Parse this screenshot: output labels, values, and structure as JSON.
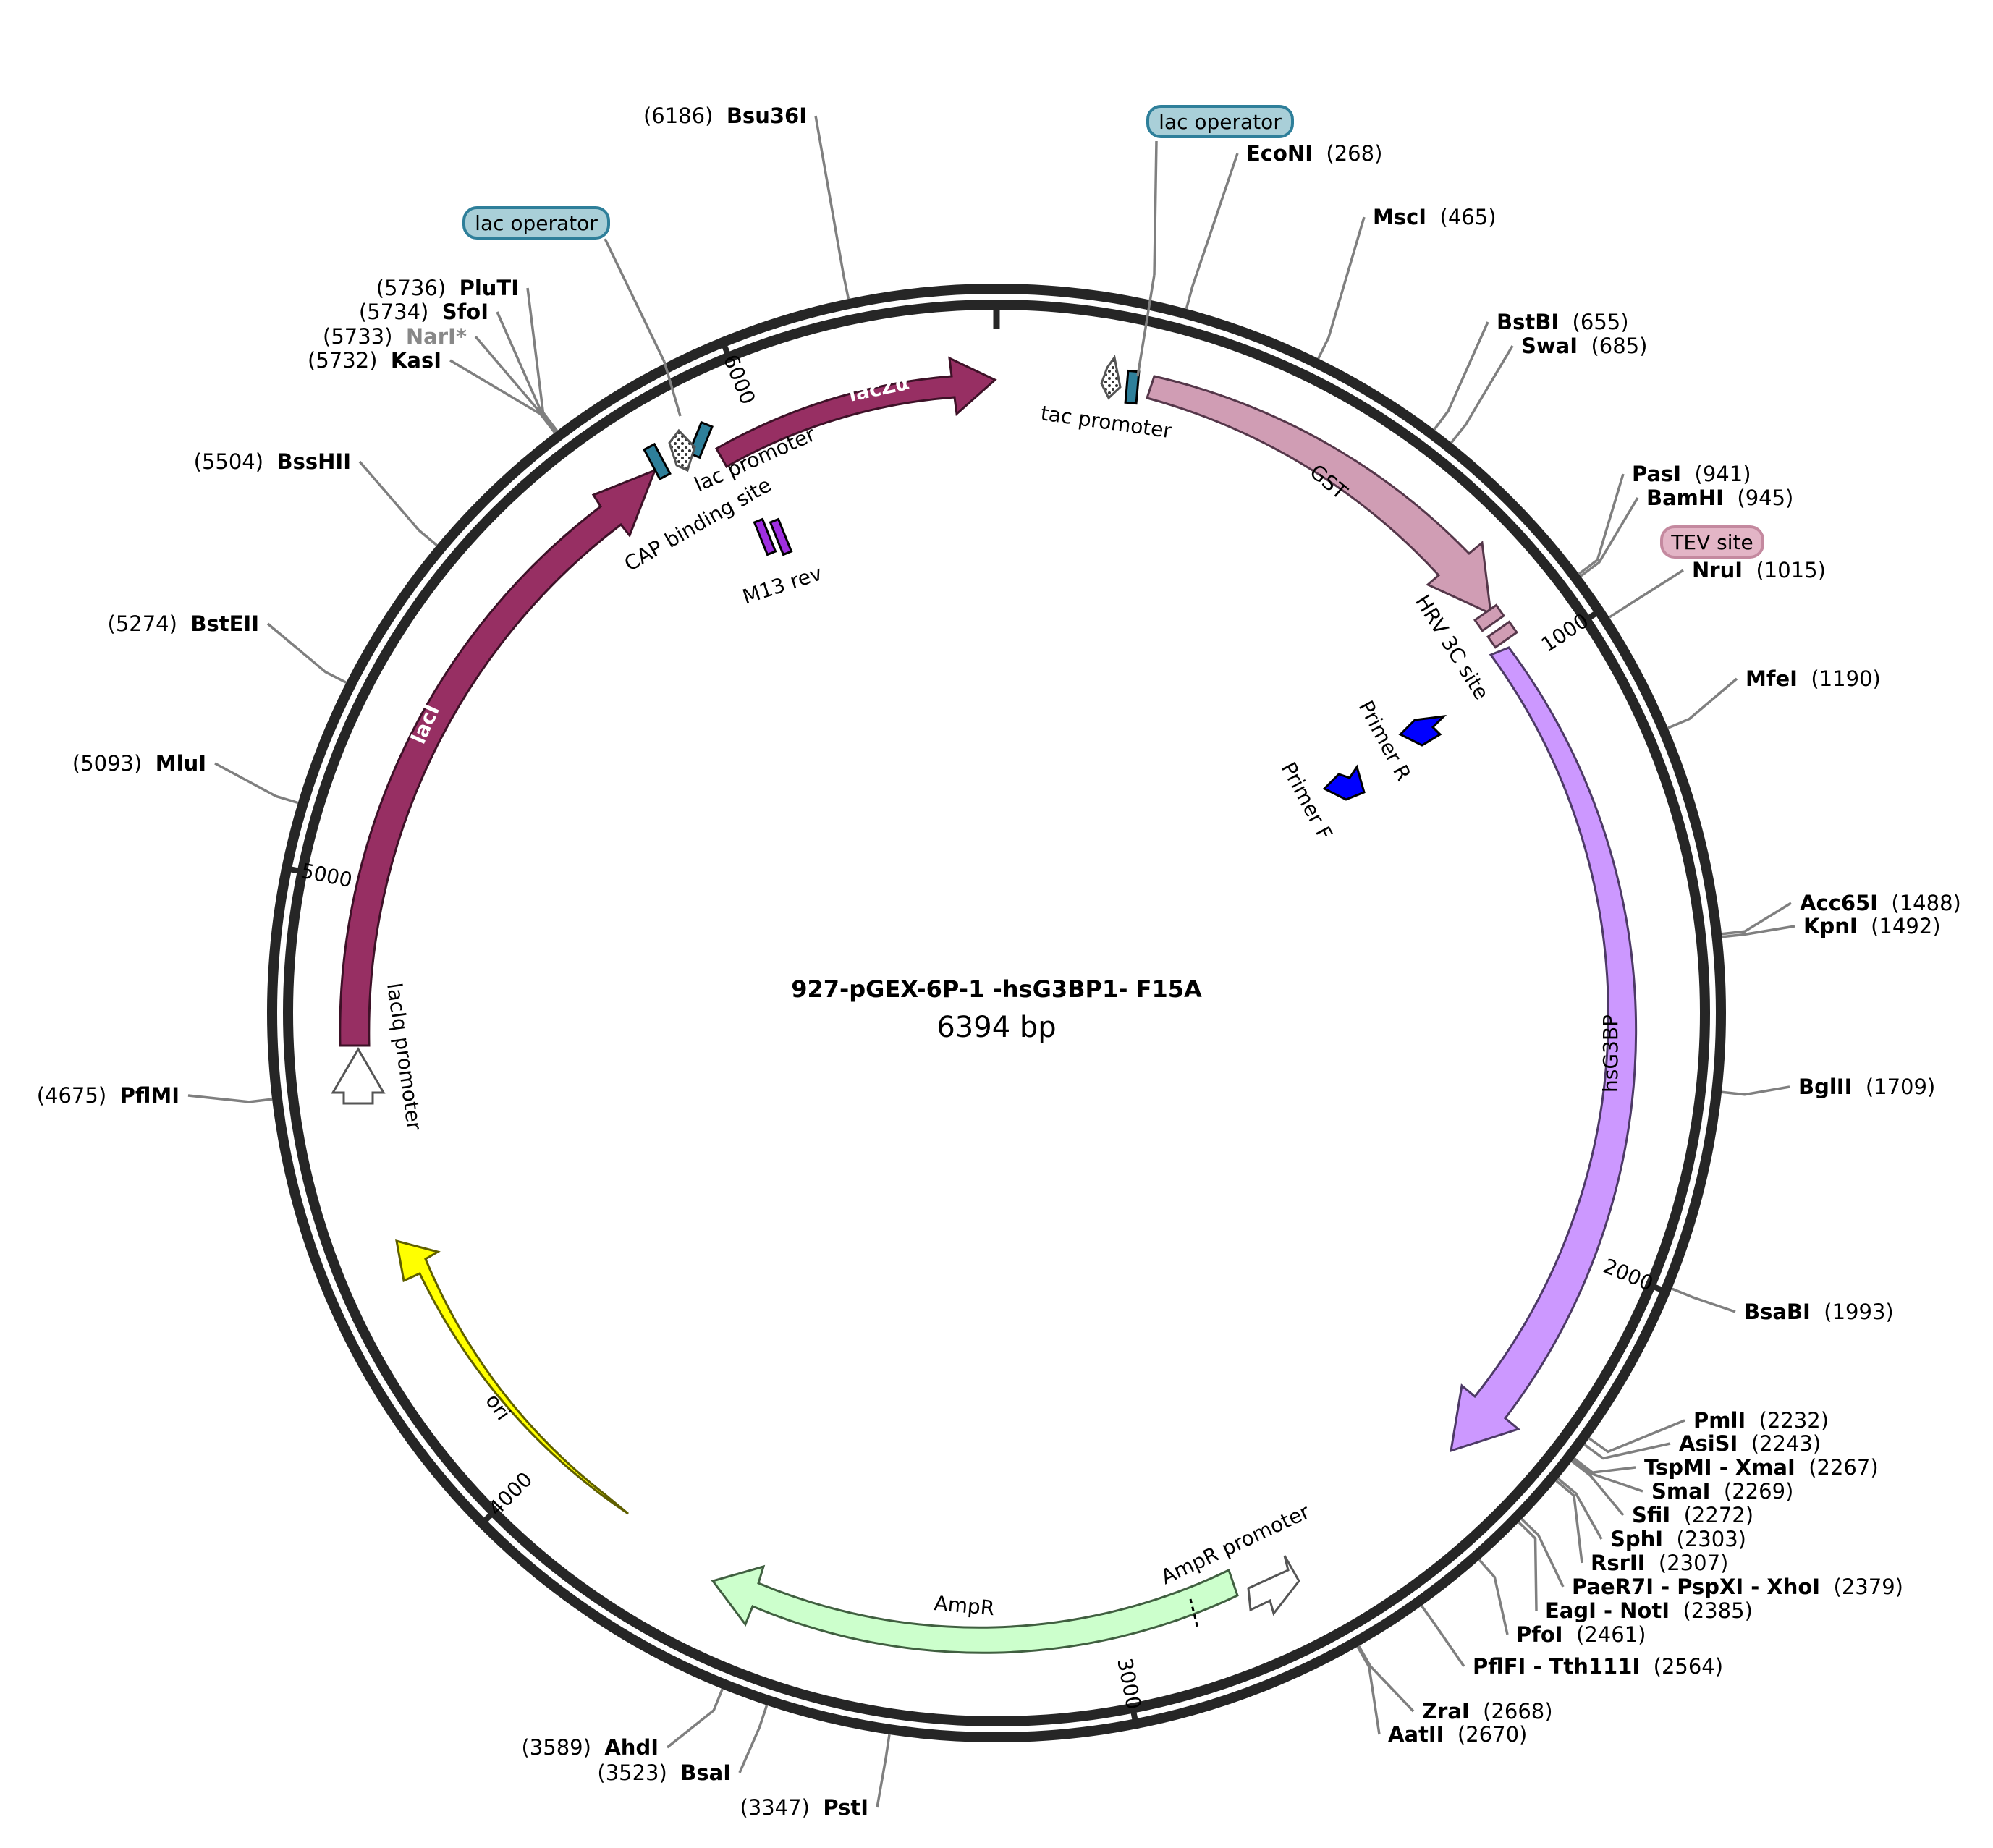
{
  "plasmid": {
    "name": "927-pGEX-6P-1 -hsG3BP1- F15A",
    "length_label": "6394 bp",
    "length": 6394
  },
  "ticks": [
    {
      "bp": 1000,
      "label": "1000"
    },
    {
      "bp": 2000,
      "label": "2000"
    },
    {
      "bp": 3000,
      "label": "3000"
    },
    {
      "bp": 4000,
      "label": "4000"
    },
    {
      "bp": 5000,
      "label": "5000"
    },
    {
      "bp": 6000,
      "label": "6000"
    }
  ],
  "sites": [
    {
      "id": "bsu36i",
      "name": "Bsu36I",
      "pos_label": "(6186)",
      "bp": 6186,
      "side": "left"
    },
    {
      "id": "econi",
      "name": "EcoNI",
      "pos_label": "(268)",
      "bp": 268,
      "side": "right"
    },
    {
      "id": "msci",
      "name": "MscI",
      "pos_label": "(465)",
      "bp": 465,
      "side": "right"
    },
    {
      "id": "bstbi",
      "name": "BstBI",
      "pos_label": "(655)",
      "bp": 655,
      "side": "right"
    },
    {
      "id": "swai",
      "name": "SwaI",
      "pos_label": "(685)",
      "bp": 685,
      "side": "right"
    },
    {
      "id": "pasi",
      "name": "PasI",
      "pos_label": "(941)",
      "bp": 941,
      "side": "right"
    },
    {
      "id": "bamhi",
      "name": "BamHI",
      "pos_label": "(945)",
      "bp": 945,
      "side": "right"
    },
    {
      "id": "nrui",
      "name": "NruI",
      "pos_label": "(1015)",
      "bp": 1015,
      "side": "right"
    },
    {
      "id": "mfei",
      "name": "MfeI",
      "pos_label": "(1190)",
      "bp": 1190,
      "side": "right"
    },
    {
      "id": "acc65i",
      "name": "Acc65I",
      "pos_label": "(1488)",
      "bp": 1488,
      "side": "right"
    },
    {
      "id": "kpni",
      "name": "KpnI",
      "pos_label": "(1492)",
      "bp": 1492,
      "side": "right"
    },
    {
      "id": "bglii",
      "name": "BglII",
      "pos_label": "(1709)",
      "bp": 1709,
      "side": "right"
    },
    {
      "id": "bsabi",
      "name": "BsaBI",
      "pos_label": "(1993)",
      "bp": 1993,
      "side": "right"
    },
    {
      "id": "pmli",
      "name": "PmlI",
      "pos_label": "(2232)",
      "bp": 2232,
      "side": "right"
    },
    {
      "id": "asisi",
      "name": "AsiSI",
      "pos_label": "(2243)",
      "bp": 2243,
      "side": "right"
    },
    {
      "id": "tspmi",
      "name": "TspMI - XmaI",
      "pos_label": "(2267)",
      "bp": 2267,
      "side": "right"
    },
    {
      "id": "smai",
      "name": "SmaI",
      "pos_label": "(2269)",
      "bp": 2269,
      "side": "right"
    },
    {
      "id": "sfii",
      "name": "SfiI",
      "pos_label": "(2272)",
      "bp": 2272,
      "side": "right"
    },
    {
      "id": "sphi",
      "name": "SphI",
      "pos_label": "(2303)",
      "bp": 2303,
      "side": "right"
    },
    {
      "id": "rsrii",
      "name": "RsrII",
      "pos_label": "(2307)",
      "bp": 2307,
      "side": "right"
    },
    {
      "id": "paer7i",
      "name": "PaeR7I - PspXI - XhoI",
      "pos_label": "(2379)",
      "bp": 2379,
      "side": "right"
    },
    {
      "id": "eagi",
      "name": "EagI - NotI",
      "pos_label": "(2385)",
      "bp": 2385,
      "side": "right"
    },
    {
      "id": "pfoi",
      "name": "PfoI",
      "pos_label": "(2461)",
      "bp": 2461,
      "side": "right"
    },
    {
      "id": "pflfi",
      "name": "PflFI - Tth111I",
      "pos_label": "(2564)",
      "bp": 2564,
      "side": "right"
    },
    {
      "id": "zrai",
      "name": "ZraI",
      "pos_label": "(2668)",
      "bp": 2668,
      "side": "right"
    },
    {
      "id": "aatii",
      "name": "AatII",
      "pos_label": "(2670)",
      "bp": 2670,
      "side": "right"
    },
    {
      "id": "psti",
      "name": "PstI",
      "pos_label": "(3347)",
      "bp": 3347,
      "side": "left"
    },
    {
      "id": "bsai",
      "name": "BsaI",
      "pos_label": "(3523)",
      "bp": 3523,
      "side": "left"
    },
    {
      "id": "ahdi",
      "name": "AhdI",
      "pos_label": "(3589)",
      "bp": 3589,
      "side": "left"
    },
    {
      "id": "pflmi",
      "name": "PflMI",
      "pos_label": "(4675)",
      "bp": 4675,
      "side": "left"
    },
    {
      "id": "mlui",
      "name": "MluI",
      "pos_label": "(5093)",
      "bp": 5093,
      "side": "left"
    },
    {
      "id": "bsteii",
      "name": "BstEII",
      "pos_label": "(5274)",
      "bp": 5274,
      "side": "left"
    },
    {
      "id": "bsshii",
      "name": "BssHII",
      "pos_label": "(5504)",
      "bp": 5504,
      "side": "left"
    },
    {
      "id": "kasi",
      "name": "KasI",
      "pos_label": "(5732)",
      "bp": 5732,
      "side": "left"
    },
    {
      "id": "nari",
      "name": "NarI*",
      "pos_label": "(5733)",
      "bp": 5733,
      "side": "left",
      "grey": true
    },
    {
      "id": "sfoi",
      "name": "SfoI",
      "pos_label": "(5734)",
      "bp": 5734,
      "side": "left"
    },
    {
      "id": "pluti",
      "name": "PluTI",
      "pos_label": "(5736)",
      "bp": 5736,
      "side": "left"
    }
  ],
  "tags": [
    {
      "id": "lac-operator-1",
      "label": "lac operator",
      "fill": "#a9cfd8",
      "stroke": "#2e7f9a"
    },
    {
      "id": "lac-operator-2",
      "label": "lac operator",
      "fill": "#a9cfd8",
      "stroke": "#2e7f9a"
    },
    {
      "id": "tev-site",
      "label": "TEV site",
      "fill": "#e3b5c6",
      "stroke": "#c4899f"
    }
  ],
  "features": [
    {
      "id": "lacza",
      "label": "lacZα",
      "color": "#972f63"
    },
    {
      "id": "laci",
      "label": "lacI",
      "color": "#972f63"
    },
    {
      "id": "gst",
      "label": "GST",
      "color": "#d09db4"
    },
    {
      "id": "hsg3bp",
      "label": "hsG3BP",
      "color": "#cc98ff"
    },
    {
      "id": "ampr",
      "label": "AmpR",
      "color": "#ccffcc"
    },
    {
      "id": "ori",
      "label": "ori",
      "color": "#ffff00"
    },
    {
      "id": "tac-promoter",
      "label": "tac promoter",
      "color": "#ffffff"
    },
    {
      "id": "lac-promoter",
      "label": "lac promoter",
      "color": "#ffffff"
    },
    {
      "id": "cap-site",
      "label": "CAP binding site",
      "color": "#2e7f9a"
    },
    {
      "id": "m13-rev",
      "label": "M13 rev",
      "color": "#9f2ee0"
    },
    {
      "id": "hrv-3c",
      "label": "HRV 3C site",
      "color": "#d09db4"
    },
    {
      "id": "primer-r",
      "label": "Primer R",
      "color": "#0000ff"
    },
    {
      "id": "primer-f",
      "label": "Primer F",
      "color": "#0000ff"
    },
    {
      "id": "ampr-promoter",
      "label": "AmpR promoter",
      "color": "#ffffff"
    },
    {
      "id": "laciq-promoter",
      "label": "lacIq promoter",
      "color": "#ffffff"
    }
  ]
}
